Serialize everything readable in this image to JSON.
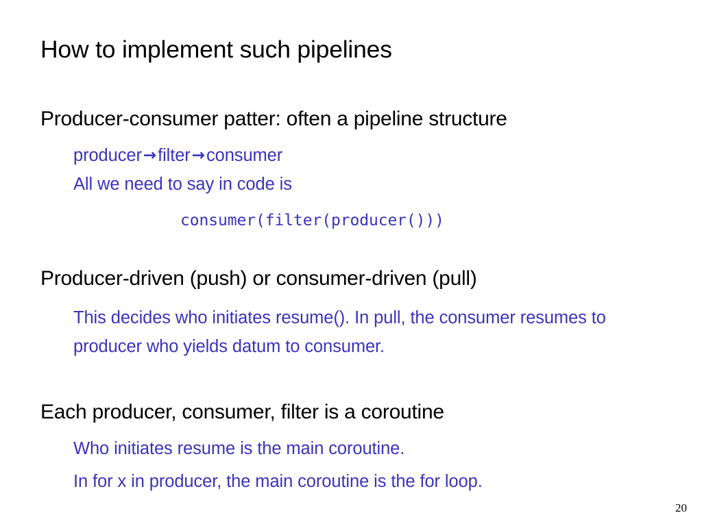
{
  "slide": {
    "title": "How to implement such pipelines",
    "page_number": "20",
    "colors": {
      "background": "#ffffff",
      "title_text": "#000000",
      "level1_text": "#000000",
      "level2_text": "#3b33bb",
      "code_text": "#3b33bb"
    },
    "sections": [
      {
        "heading": "Producer-consumer patter: often a pipeline structure",
        "pipeline": {
          "step1": "producer",
          "arrow1": "→",
          "step2": "filter",
          "arrow2": "→",
          "step3": "consumer"
        },
        "intro": "All we need to say in code is",
        "code": "consumer(filter(producer()))"
      },
      {
        "heading": "Producer-driven (push) or consumer-driven (pull)",
        "detail": "This decides who initiates resume().  In pull, the consumer resumes to producer who yields datum to consumer."
      },
      {
        "heading": "Each producer, consumer, filter is a coroutine",
        "detail1": "Who initiates resume is the main coroutine.",
        "detail2": "In for x in producer, the main coroutine is the for loop."
      }
    ]
  }
}
